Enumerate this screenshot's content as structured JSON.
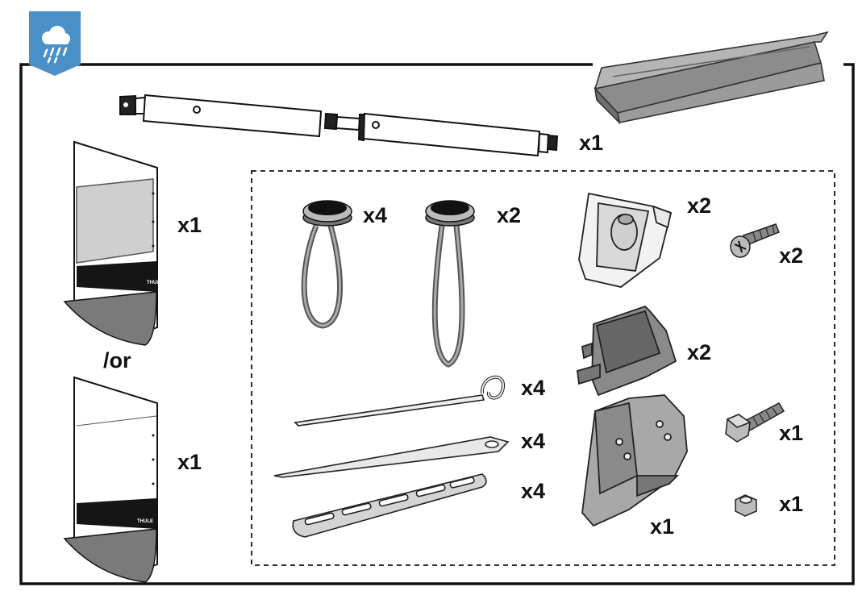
{
  "badge": {
    "icon": "rain-cloud-icon",
    "color": "#4a90c8"
  },
  "quantities": {
    "pole": "x1",
    "side_panel_window": "x1",
    "side_panel_plain": "x1",
    "connector_large": "x4",
    "connector_small": "x2",
    "bracket": "x2",
    "screw_small": "x2",
    "clip": "x2",
    "tent_peg_hook": "x4",
    "tent_peg_flat": "x4",
    "tent_peg_plastic": "x4",
    "wall_bracket": "x1",
    "bolt": "x1",
    "nut": "x1"
  },
  "alternative": "/or",
  "panel_logo": "THULE"
}
